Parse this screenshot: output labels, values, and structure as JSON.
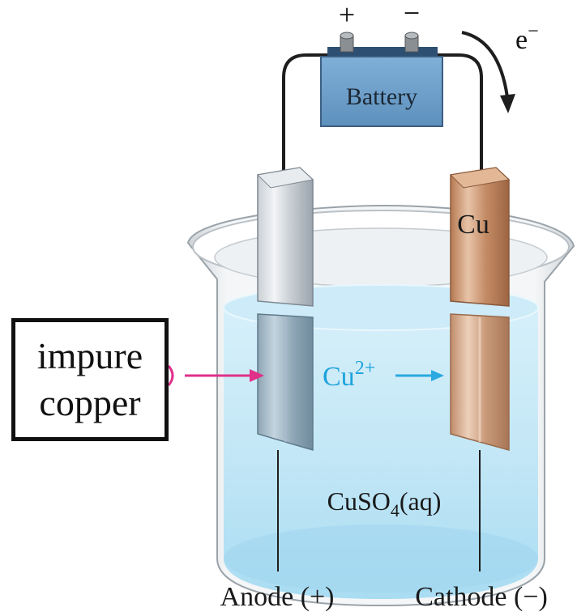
{
  "diagram": {
    "battery_label": "Battery",
    "plus_sign": "+",
    "minus_sign": "−",
    "electron_label": "e",
    "electron_charge": "−",
    "cathode_metal_label": "Cu",
    "ion_label": "Cu",
    "ion_charge": "2+",
    "solution_formula": "CuSO",
    "solution_subscript": "4",
    "solution_suffix": "(aq)",
    "anode_label": "Anode (+)",
    "cathode_label": "Cathode (−)"
  },
  "callout": {
    "line1": "impure",
    "line2": "copper"
  },
  "colors": {
    "solution": "#bfe6f5",
    "battery": "#6e9fc9",
    "copper": "#c58a62",
    "anode": "#a9b4bd",
    "arrow_magenta": "#e0308a",
    "arrow_blue": "#29a9df"
  }
}
